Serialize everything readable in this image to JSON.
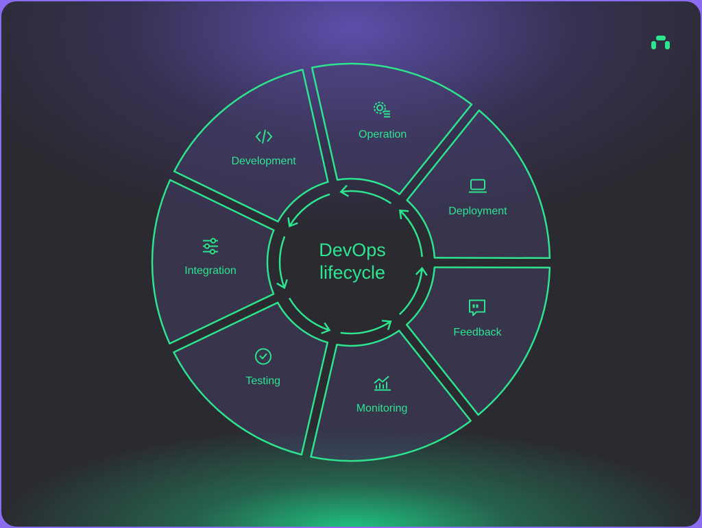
{
  "title": {
    "line1": "DevOps",
    "line2": "lifecycle"
  },
  "accent": "#2ee58f",
  "stages": [
    {
      "label": "Operation",
      "icon": "gear-list-icon"
    },
    {
      "label": "Deployment",
      "icon": "laptop-icon"
    },
    {
      "label": "Feedback",
      "icon": "chat-quote-icon"
    },
    {
      "label": "Monitoring",
      "icon": "bar-chart-icon"
    },
    {
      "label": "Testing",
      "icon": "check-circle-icon"
    },
    {
      "label": "Integration",
      "icon": "sliders-icon"
    },
    {
      "label": "Development",
      "icon": "code-icon"
    }
  ]
}
